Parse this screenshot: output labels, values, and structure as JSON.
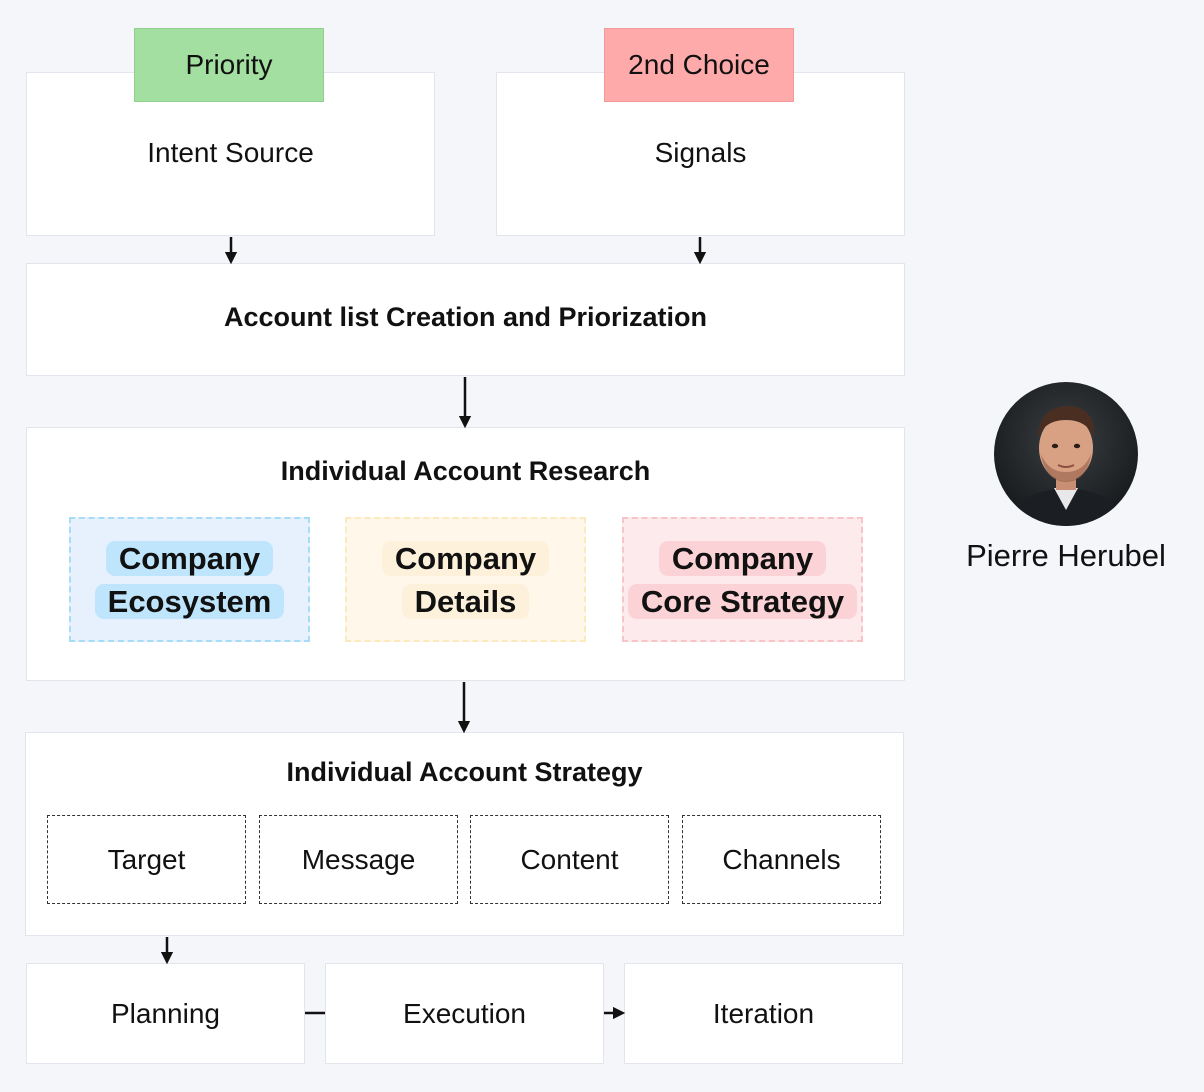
{
  "sources": {
    "left": {
      "tag": "Priority",
      "label": "Intent Source"
    },
    "right": {
      "tag": "2nd Choice",
      "label": "Signals"
    }
  },
  "account_list": {
    "title": "Account list Creation and Priorization"
  },
  "research": {
    "title": "Individual Account Research",
    "items": [
      {
        "line1": "Company",
        "line2": "Ecosystem"
      },
      {
        "line1": "Company",
        "line2": "Details"
      },
      {
        "line1": "Company",
        "line2": "Core Strategy"
      }
    ]
  },
  "strategy": {
    "title": "Individual Account Strategy",
    "items": [
      "Target",
      "Message",
      "Content",
      "Channels"
    ]
  },
  "flow": [
    "Planning",
    "Execution",
    "Iteration"
  ],
  "person": {
    "name": "Pierre Herubel"
  },
  "colors": {
    "priority_tag": "#a3dfa0",
    "second_choice_tag": "#ffaaaa",
    "ecosystem_highlight": "#bfe5fd",
    "details_highlight": "#fdf1dc",
    "core_strategy_highlight": "#fbd3d6",
    "background": "#f5f6fa"
  }
}
